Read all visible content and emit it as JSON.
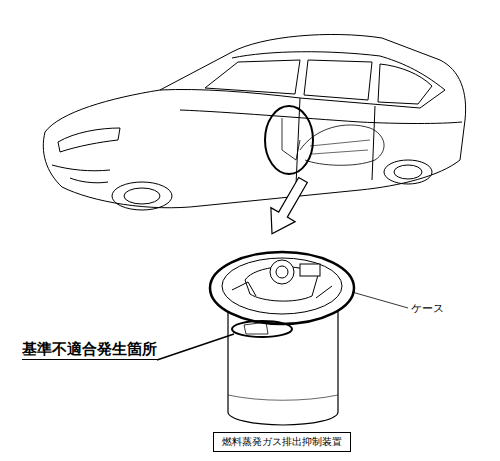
{
  "diagram": {
    "caption": "燃料蒸発ガス排出抑制装置",
    "labels": [
      "基準不適合発生箇所",
      "ケース"
    ]
  }
}
